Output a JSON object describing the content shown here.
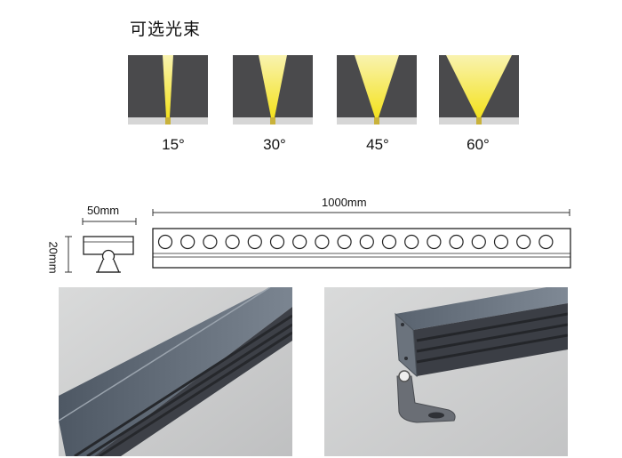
{
  "section_title": "可选光束",
  "beam_options": [
    {
      "angle": "15°",
      "value": 15
    },
    {
      "angle": "30°",
      "value": 30
    },
    {
      "angle": "45°",
      "value": 45
    },
    {
      "angle": "60°",
      "value": 60
    }
  ],
  "dimensions": {
    "width": "50mm",
    "height": "20mm",
    "length": "1000mm",
    "lens_count": 18
  },
  "colors": {
    "beam_bg": "#4a4a4c",
    "beam_light": "#f7ec5a",
    "beam_base": "#d6d6d6",
    "photo_bg": "#cfd0d0",
    "housing": "#5c6672"
  }
}
